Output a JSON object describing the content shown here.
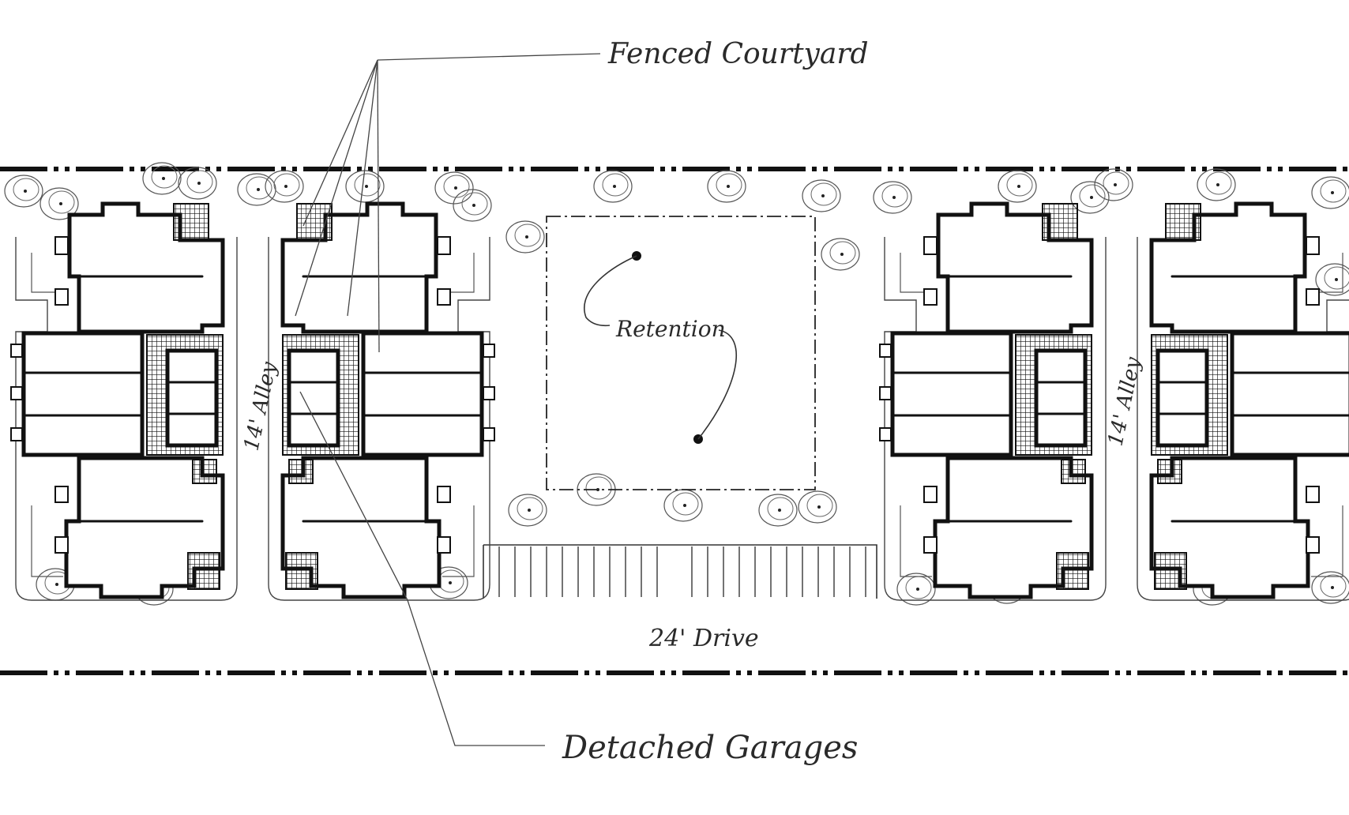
{
  "labels": {
    "fenced_courtyard": "Fenced Courtyard",
    "retention": "Retention",
    "drive": "24' Drive",
    "detached_garages": "Detached Garages",
    "alley_left": "14' Alley",
    "alley_right": "14' Alley"
  },
  "colors": {
    "ink": "#111111",
    "pencil": "#555555",
    "paper": "#ffffff"
  }
}
